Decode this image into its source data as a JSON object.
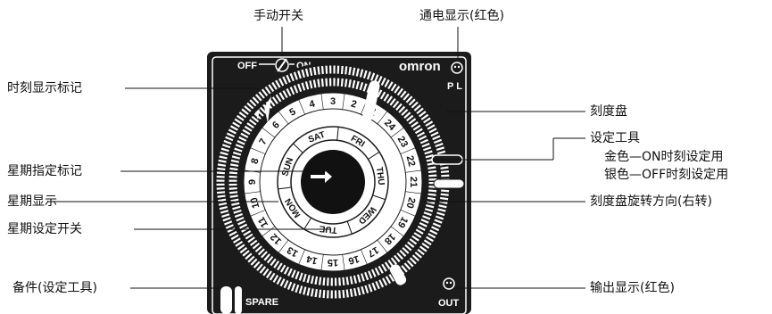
{
  "labels": {
    "manual_switch": "手动开关",
    "power_indicator": "通电显示(红色)",
    "time_mark": "时刻显示标记",
    "dial": "刻度盘",
    "setting_tool": "设定工具",
    "setting_tool_gold": "金色—ON时刻设定用",
    "setting_tool_silver": "银色—OFF时刻设定用",
    "weekday_mark": "星期指定标记",
    "weekday_display": "星期显示",
    "dial_rotation": "刻度盘旋转方向(右转)",
    "weekday_switch": "星期设定开关",
    "spare": "备件(设定工具)",
    "output_indicator": "输出显示(红色)"
  },
  "device": {
    "off_label": "OFF",
    "on_label": "ON",
    "brand": "omron",
    "pl_label": "P L",
    "out_label": "OUT",
    "spare_label": "SPARE",
    "days": [
      "SAT",
      "FRI",
      "THU",
      "WED",
      "TUE",
      "MON",
      "SUN"
    ],
    "hours": [
      "24",
      "23",
      "22",
      "21",
      "20",
      "19",
      "18",
      "17",
      "16",
      "15",
      "14",
      "13",
      "12",
      "11",
      "10",
      "9",
      "8",
      "7",
      "6",
      "5",
      "4",
      "3",
      "2",
      "1"
    ]
  }
}
